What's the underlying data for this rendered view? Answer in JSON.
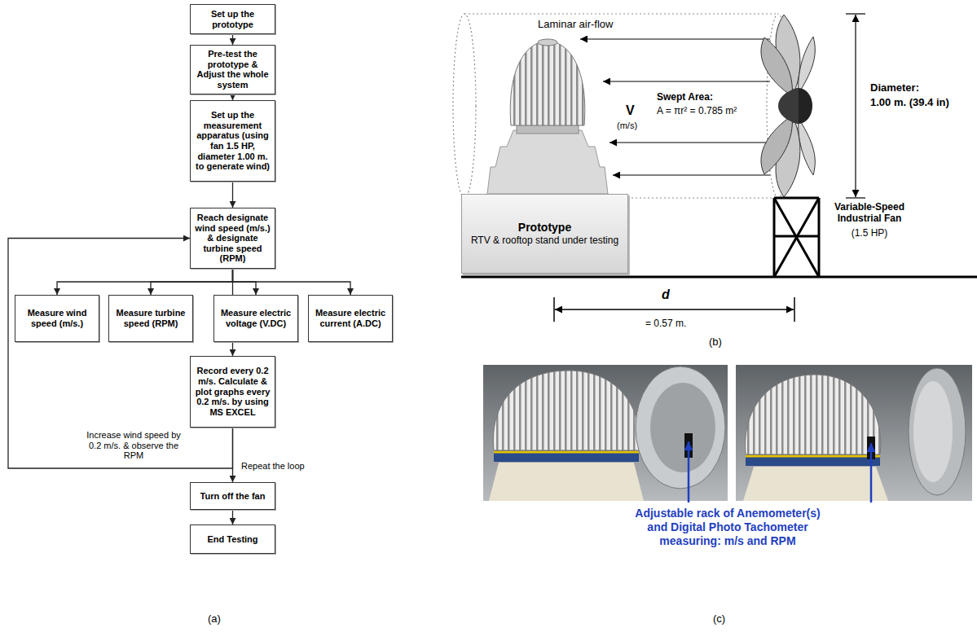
{
  "diagram": {
    "nodes": [
      {
        "text": [
          "Set up the prototype"
        ]
      },
      {
        "text": [
          "Pre-test the prototype & Adjust the whole system"
        ]
      },
      {
        "text": [
          "Set up the measurement apparatus (using fan 1.5 HP, diameter 1.00 m. to generate wind)"
        ]
      },
      {
        "text": [
          "Reach designate wind speed (m/s.) & designate turbine speed (RPM)"
        ]
      },
      {
        "text": [
          "Measure wind speed (m/s.)"
        ]
      },
      {
        "text": [
          "Measure turbine speed (RPM)"
        ]
      },
      {
        "text": [
          "Measure electric voltage (V.DC)"
        ]
      },
      {
        "text": [
          "Measure electric current (A.DC)"
        ]
      },
      {
        "text": [
          "Record every 0.2 m/s. Calculate & plot graphs every 0.2 m/s. by using MS EXCEL"
        ]
      },
      {
        "text": [
          "Turn off the fan"
        ]
      },
      {
        "text": [
          "End Testing"
        ]
      },
      {
        "text": [
          "Prototype",
          "RTV & rooftop stand under testing"
        ]
      }
    ],
    "edges": [
      {
        "from": 0,
        "to": 1,
        "arrow": "to"
      },
      {
        "from": 1,
        "to": 2,
        "arrow": "to"
      },
      {
        "from": 2,
        "to": 3,
        "arrow": "to"
      },
      {
        "from": 3,
        "to": 4,
        "arrow": "to"
      },
      {
        "from": 3,
        "to": 5,
        "arrow": "to"
      },
      {
        "from": 3,
        "to": 6,
        "arrow": "to"
      },
      {
        "from": 3,
        "to": 7,
        "arrow": "to"
      },
      {
        "from": 3,
        "to": 8,
        "arrow": "to"
      },
      {
        "from": 8,
        "to": 9,
        "arrow": "to"
      },
      {
        "from": 9,
        "to": 10,
        "arrow": "to"
      },
      {
        "from": 8,
        "to": 3,
        "label": "Increase wind speed by 0.2 m/s. & observe the RPM",
        "arrow": "to"
      }
    ],
    "labels": [
      "Repeat the loop",
      "(a)",
      "Laminar air-flow",
      "V",
      "(m/s)",
      "Swept Area:",
      "A = πr² = 0.785 m²",
      "Diameter:",
      "1.00 m. (39.4 in)",
      "Variable-Speed Industrial Fan",
      "(1.5 HP)",
      "d",
      "= 0.57 m.",
      "(b)",
      "Adjustable rack of Anemometer(s)",
      "and Digital Photo Tachometer",
      "measuring: m/s and RPM",
      "(c)"
    ]
  }
}
